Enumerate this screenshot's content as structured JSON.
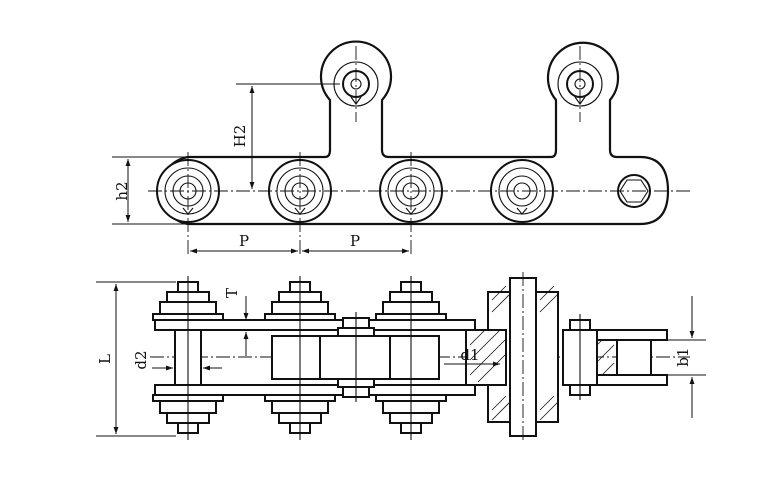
{
  "labels": {
    "pitch_left": "P",
    "pitch_right": "P",
    "h2": "h2",
    "H2": "H2",
    "T": "T",
    "L": "L",
    "d2": "d2",
    "d1": "d1",
    "b1": "b1"
  },
  "colors": {
    "line": "#111111",
    "background": "#ffffff"
  }
}
